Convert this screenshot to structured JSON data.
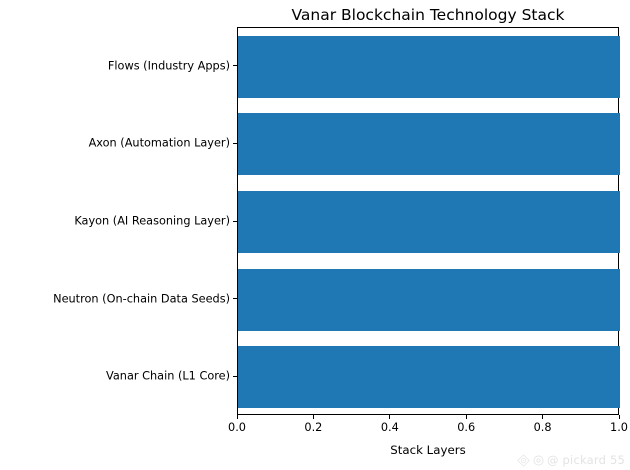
{
  "chart_data": {
    "type": "bar",
    "orientation": "horizontal",
    "title": "Vanar Blockchain Technology Stack",
    "xlabel": "Stack Layers",
    "ylabel": "",
    "categories": [
      "Vanar Chain (L1 Core)",
      "Neutron (On-chain Data Seeds)",
      "Kayon (AI Reasoning Layer)",
      "Axon (Automation Layer)",
      "Flows (Industry Apps)"
    ],
    "values": [
      1.0,
      1.0,
      1.0,
      1.0,
      1.0
    ],
    "xlim": [
      0.0,
      1.0
    ],
    "xticks": [
      0.0,
      0.2,
      0.4,
      0.6,
      0.8,
      1.0
    ],
    "xticklabels": [
      "0.0",
      "0.2",
      "0.4",
      "0.6",
      "0.8",
      "1.0"
    ],
    "grid": false,
    "legend": null,
    "bar_color": "#1f77b4",
    "background_color": "#ffffff",
    "axis_color": "#000000"
  },
  "watermark": {
    "text": "@ pickard 55",
    "icon": "diamond-compass-icon",
    "color": "#e3e3e3"
  }
}
